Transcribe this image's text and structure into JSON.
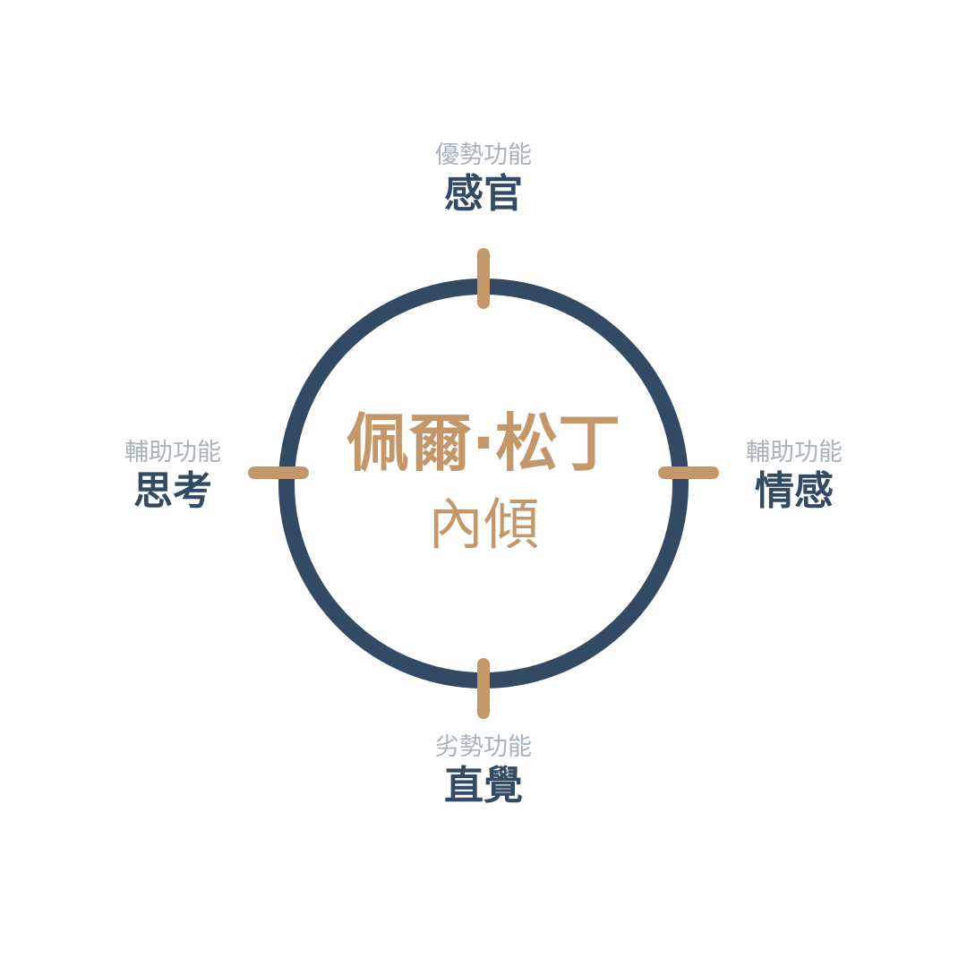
{
  "colors": {
    "ring": "#324a63",
    "accent": "#c4976a",
    "sub": "#a9b1ba"
  },
  "center": {
    "name": "佩爾·松丁",
    "attitude": "內傾"
  },
  "functions": {
    "top": {
      "role": "優勢功能",
      "name": "感官"
    },
    "left": {
      "role": "輔助功能",
      "name": "思考"
    },
    "right": {
      "role": "輔助功能",
      "name": "情感"
    },
    "bottom": {
      "role": "劣勢功能",
      "name": "直覺"
    }
  }
}
